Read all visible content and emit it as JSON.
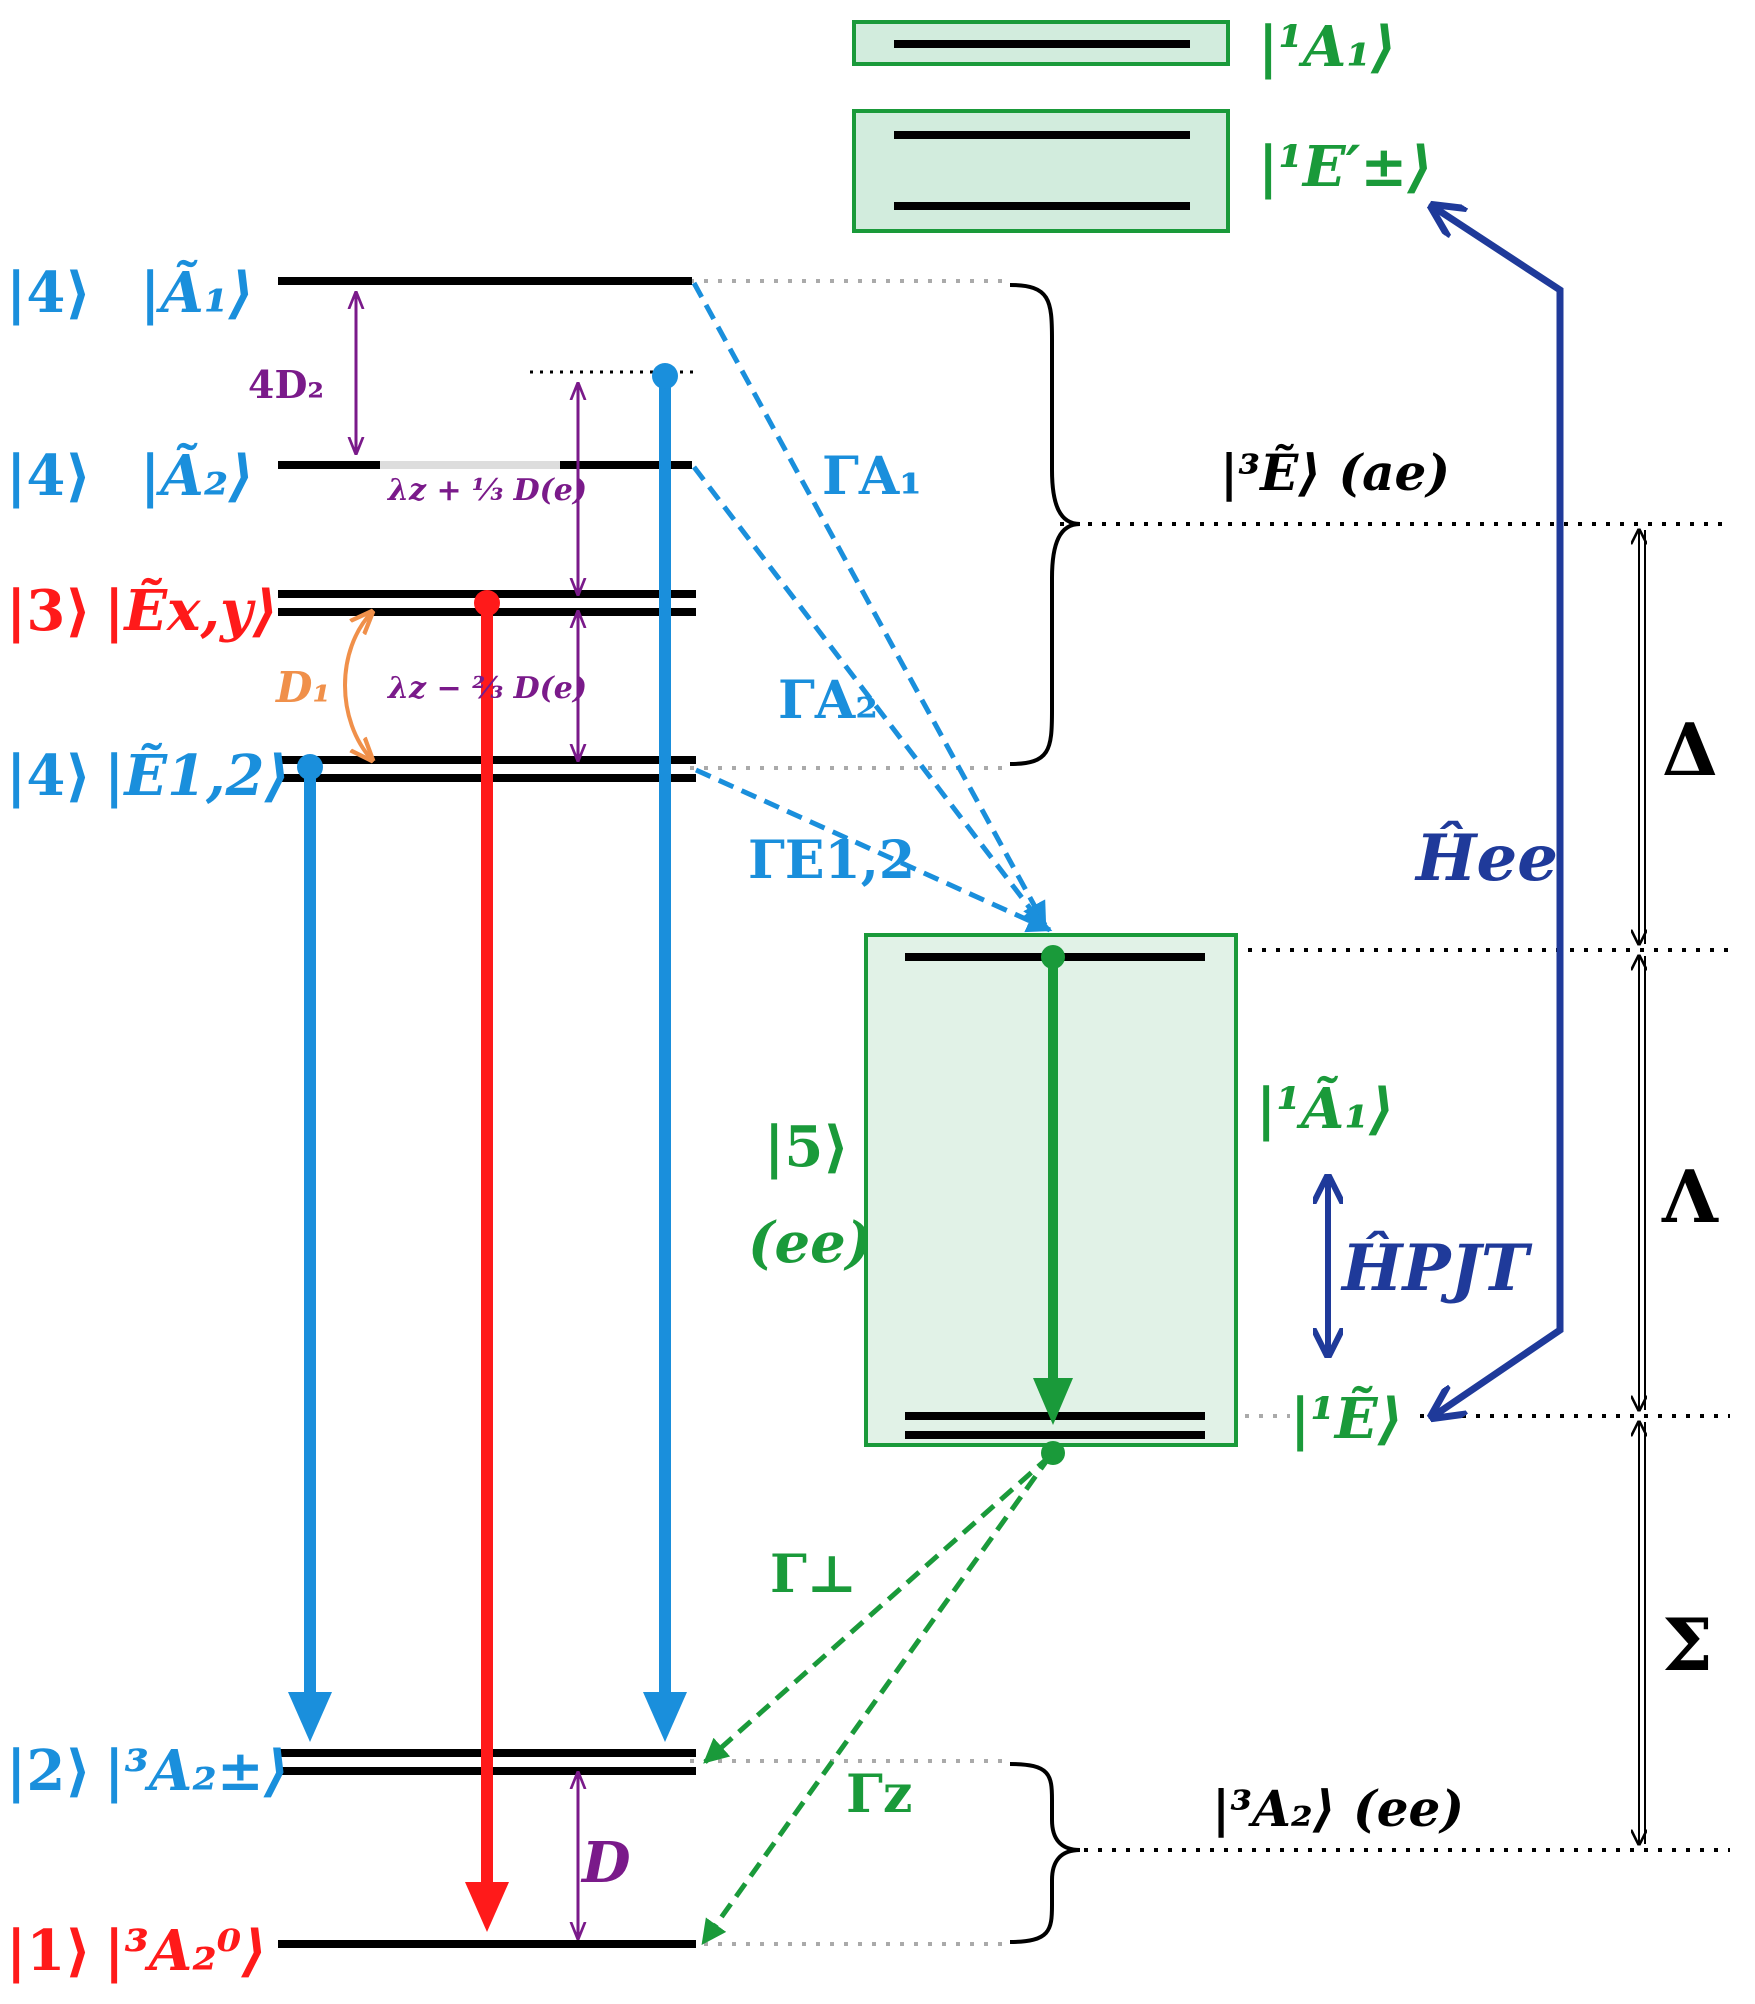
{
  "colors": {
    "blue": "#1a8fdc",
    "red": "#ff1a1a",
    "green": "#1a9a3a",
    "purple": "#7a1a8a",
    "orange": "#f0904a",
    "navy": "#1f3a9a",
    "black": "#000000",
    "box_fill": "#d2ecdd"
  },
  "left_labels": {
    "a1": {
      "ket": "|4⟩",
      "state": "|Ã₁⟩"
    },
    "a2": {
      "ket": "|4⟩",
      "state": "|Ã₂⟩"
    },
    "exy": {
      "ket": "|3⟩",
      "state": "|Ẽx,y⟩"
    },
    "e12": {
      "ket": "|4⟩",
      "state": "|Ẽ1,2⟩"
    },
    "a2pm": {
      "ket": "|2⟩",
      "state": "|³A₂±⟩"
    },
    "a20": {
      "ket": "|1⟩",
      "state": "|³A₂⁰⟩"
    }
  },
  "splittings": {
    "four_d2": "4D₂",
    "d1": "D₁",
    "lambda_plus": "λz + ⅓ D(e)",
    "lambda_minus": "λz − ⅔ D(e)",
    "d": "D"
  },
  "rates": {
    "gamma_a1": "ΓA₁",
    "gamma_a2": "ΓA₂",
    "gamma_e12": "ΓE1,2",
    "gamma_perp": "Γ⊥",
    "gamma_z": "Γz"
  },
  "singlets": {
    "a1": "|¹A₁⟩",
    "e_prime": "|¹E′±⟩",
    "a1_tilde": "|¹Ã₁⟩",
    "e_tilde": "|¹Ẽ⟩",
    "ket5": "|5⟩",
    "ee": "(ee)"
  },
  "manifolds": {
    "excited": "|³Ẽ⟩ (ae)",
    "ground": "|³A₂⟩ (ee)"
  },
  "couplings": {
    "h_ee": "Ĥee",
    "h_pjt": "ĤPJT"
  },
  "gaps": {
    "delta": "Δ",
    "lambda": "Λ",
    "sigma": "Σ"
  }
}
